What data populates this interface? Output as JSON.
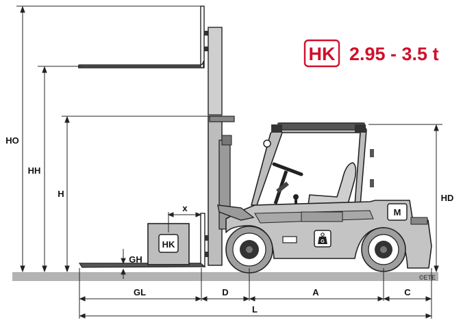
{
  "model": {
    "badge": "HK",
    "capacity": "2.95 - 3.5 t"
  },
  "labels": {
    "ho": "HO",
    "hh": "HH",
    "h": "H",
    "hd": "HD",
    "gh": "GH",
    "x": "x",
    "gl": "GL",
    "d": "D",
    "a": "A",
    "c": "C",
    "l": "L",
    "load_box": "HK",
    "motor": "M",
    "weight": "G",
    "copyright": "©ETE"
  },
  "colors": {
    "accent": "#d0102b",
    "body_gray": "#bdbdbd",
    "dark": "#1a1a1a",
    "ground": "#b3b3b3"
  }
}
